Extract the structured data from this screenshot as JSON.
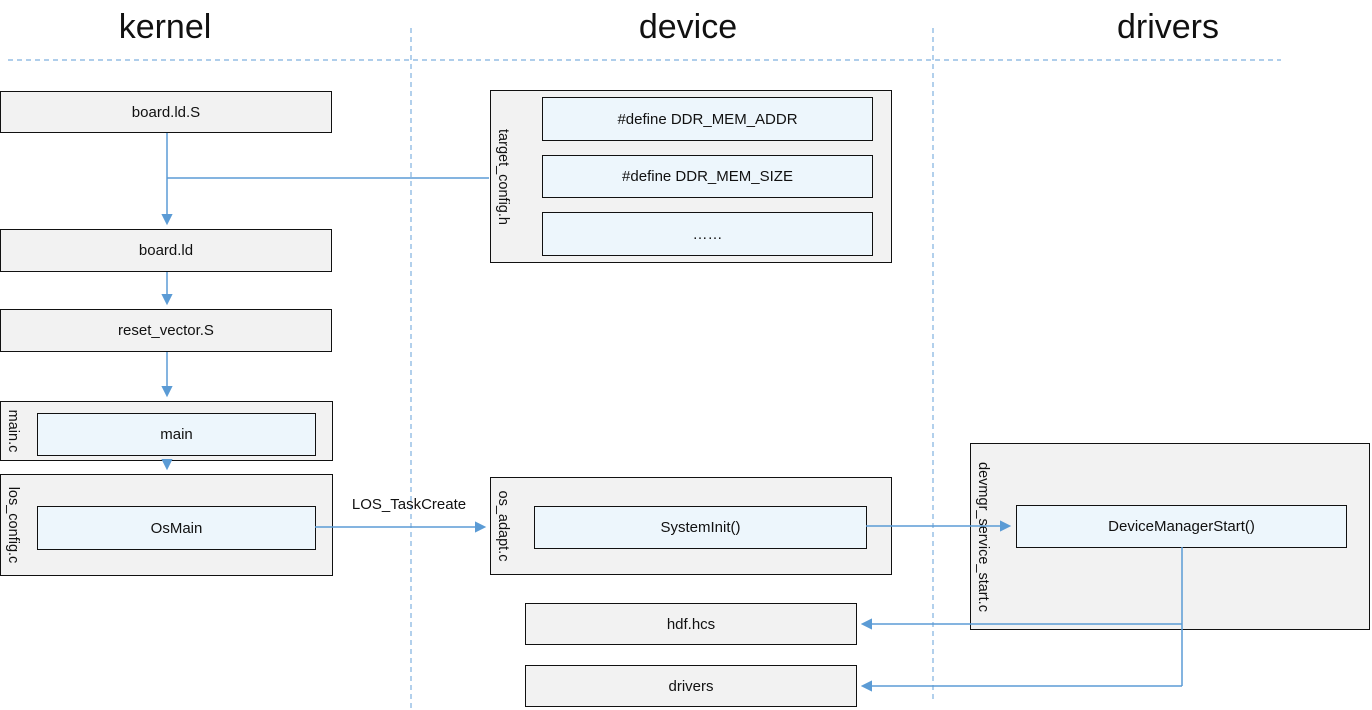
{
  "lanes": [
    {
      "label": "kernel"
    },
    {
      "label": "device"
    },
    {
      "label": "drivers"
    }
  ],
  "nodes": {
    "board_ld_s": "board.ld.S",
    "board_ld": "board.ld",
    "reset_vector": "reset_vector.S",
    "main_file": "main.c",
    "main_fn": "main",
    "los_config_file": "los_config.c",
    "os_main_fn": "OsMain",
    "target_config_file": "target_config.h",
    "ddr_addr": "#define DDR_MEM_ADDR",
    "ddr_size": "#define DDR_MEM_SIZE",
    "ellipsis": "……",
    "os_adapt_file": "os_adapt.c",
    "system_init_fn": "SystemInit()",
    "devmgr_file": "devmgr_service_start.c",
    "devmgr_fn": "DeviceManagerStart()",
    "hdf_hcs": "hdf.hcs",
    "drivers_node": "drivers"
  },
  "edge_labels": {
    "task_create": "LOS_TaskCreate"
  },
  "colors": {
    "connector": "#5b9bd5",
    "separator": "#7fb0df",
    "box_fill": "#f2f2f2",
    "inner_fill": "#edf6fc",
    "ink": "#111111"
  }
}
